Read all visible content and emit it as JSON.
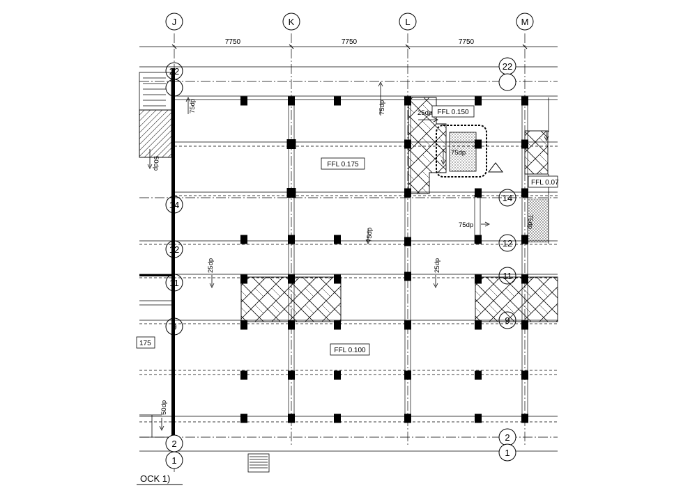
{
  "drawing": {
    "grid_columns": [
      "J",
      "K",
      "L",
      "M"
    ],
    "column_spacings": [
      "7750",
      "7750",
      "7750"
    ],
    "grid_rows_left": [
      "22",
      "14",
      "12",
      "11",
      "9",
      "2",
      "1"
    ],
    "grid_rows_right": [
      "22",
      "14",
      "12",
      "11",
      "9",
      "2",
      "1"
    ],
    "floor_levels": [
      "FFL 0.175",
      "FFL 0.150",
      "FFL 0.100",
      "FFL 0.07",
      "175"
    ],
    "slope_notes": [
      "75dp",
      "75dp",
      "25dp",
      "75dp",
      "50dp",
      "75dp",
      "75dp",
      "25dp",
      "25dp",
      "50dp",
      "75dp"
    ],
    "title_fragment": "OCK 1)"
  }
}
